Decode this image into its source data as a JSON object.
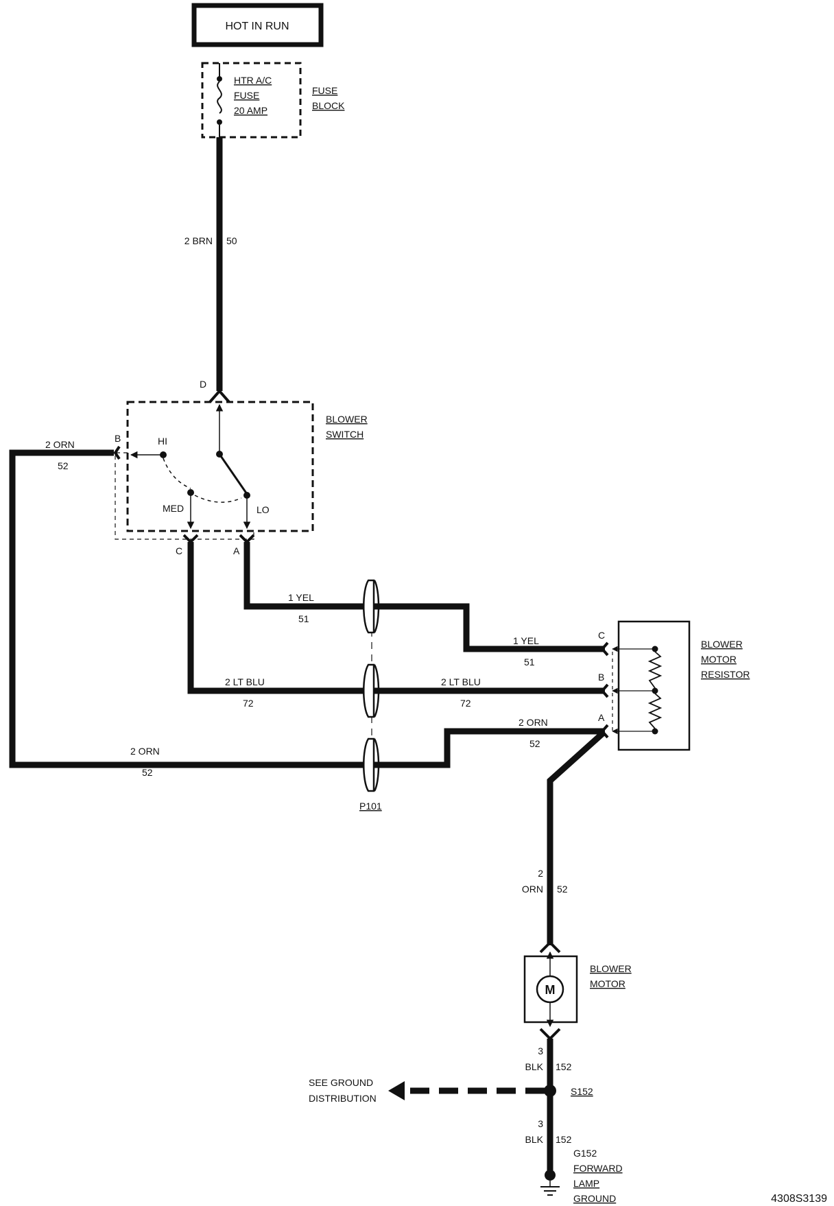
{
  "hot_in_run": "HOT IN RUN",
  "fuse": {
    "line1": "HTR A/C",
    "line2": "FUSE",
    "line3": "20 AMP",
    "block_line1": "FUSE",
    "block_line2": "BLOCK"
  },
  "wire_fuse_to_switch": {
    "gauge_color": "2 BRN",
    "circuit": "50"
  },
  "blower_switch": {
    "line1": "BLOWER",
    "line2": "SWITCH",
    "pin_d": "D",
    "pin_b": "B",
    "pin_c": "C",
    "pin_a": "A",
    "pos_hi": "HI",
    "pos_med": "MED",
    "pos_lo": "LO"
  },
  "wire_b_out": {
    "gauge_color": "2 ORN",
    "circuit": "52"
  },
  "wire_yel_left": {
    "gauge_color": "1 YEL",
    "circuit": "51"
  },
  "wire_yel_right": {
    "gauge_color": "1 YEL",
    "circuit": "51"
  },
  "wire_blu_left": {
    "gauge_color": "2 LT BLU",
    "circuit": "72"
  },
  "wire_blu_right": {
    "gauge_color": "2 LT BLU",
    "circuit": "72"
  },
  "wire_orn_bottom": {
    "gauge_color": "2 ORN",
    "circuit": "52"
  },
  "wire_orn_right": {
    "gauge_color": "2 ORN",
    "circuit": "52"
  },
  "connector": "P101",
  "resistor": {
    "line1": "BLOWER",
    "line2": "MOTOR",
    "line3": "RESISTOR",
    "pin_c": "C",
    "pin_b": "B",
    "pin_a": "A"
  },
  "wire_to_motor": {
    "gauge": "2",
    "color_circuit": "ORN",
    "circuit": "52"
  },
  "motor": {
    "symbol": "M",
    "line1": "BLOWER",
    "line2": "MOTOR"
  },
  "wire_motor_ground_1": {
    "gauge": "3",
    "color": "BLK",
    "circuit": "152"
  },
  "wire_motor_ground_2": {
    "gauge": "3",
    "color": "BLK",
    "circuit": "152"
  },
  "splice": "S152",
  "see_ground": {
    "line1": "SEE GROUND",
    "line2": "DISTRIBUTION"
  },
  "ground": {
    "id": "G152",
    "line1": "FORWARD",
    "line2": "LAMP",
    "line3": "GROUND"
  },
  "figure_id": "4308S3139"
}
